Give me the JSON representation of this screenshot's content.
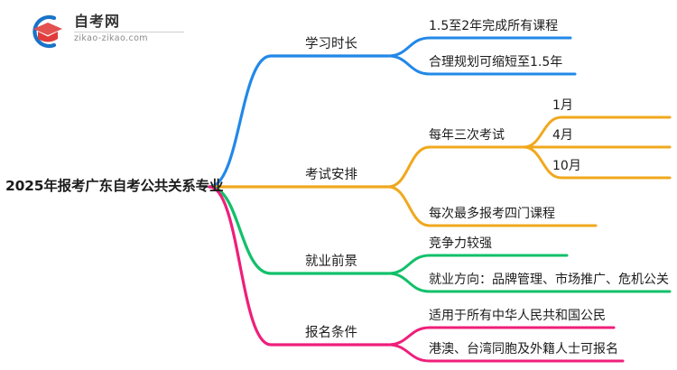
{
  "logo": {
    "icon": "graduation-cap-logo",
    "title": "自考网",
    "url": "zikao-zikao.com",
    "arc_color": "#1a73c8",
    "cap_color": "#e03a3a"
  },
  "mindmap": {
    "root": {
      "label": "2025年报考广东自考公共关系专业"
    },
    "branches": [
      {
        "id": "study-duration",
        "label": "学习时长",
        "color": "#2288e8",
        "children": [
          {
            "label": "1.5至2年完成所有课程"
          },
          {
            "label": "合理规划可缩短至1.5年"
          }
        ]
      },
      {
        "id": "exam-schedule",
        "label": "考试安排",
        "color": "#f0a81e",
        "children": [
          {
            "label": "每年三次考试",
            "children": [
              {
                "label": "1月"
              },
              {
                "label": "4月"
              },
              {
                "label": "10月"
              }
            ]
          },
          {
            "label": "每次最多报考四门课程"
          }
        ]
      },
      {
        "id": "career-prospects",
        "label": "就业前景",
        "color": "#12c06a",
        "children": [
          {
            "label": "竞争力较强"
          },
          {
            "label": "就业方向：品牌管理、市场推广、危机公关"
          }
        ]
      },
      {
        "id": "application-requirements",
        "label": "报名条件",
        "color": "#ef1e7a",
        "children": [
          {
            "label": "适用于所有中华人民共和国公民"
          },
          {
            "label": "港澳、台湾同胞及外籍人士可报名"
          }
        ]
      }
    ]
  }
}
